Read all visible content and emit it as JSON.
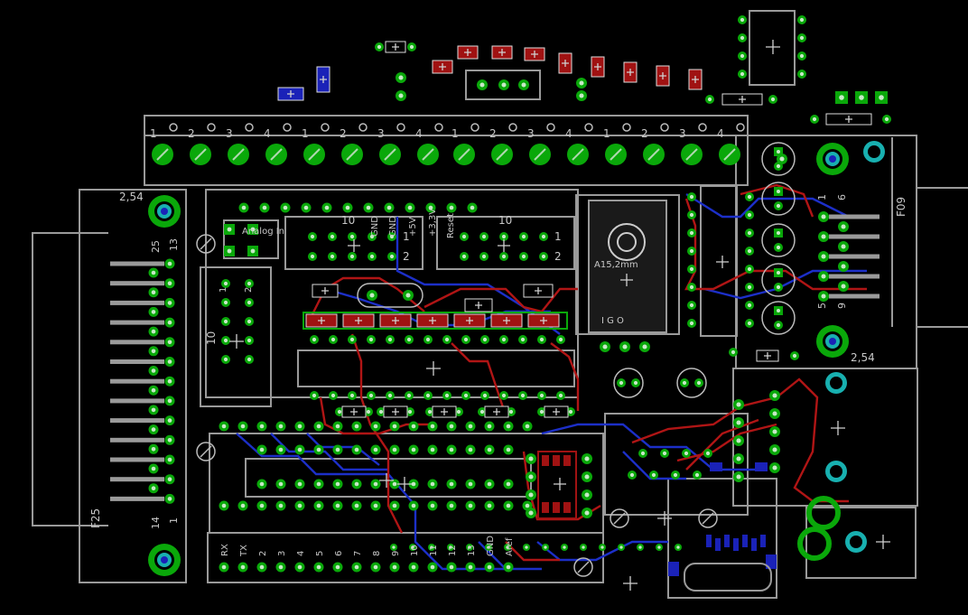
{
  "colors": {
    "background": "#000000",
    "outline": "#9a9a9a",
    "pad": "#0aa80a",
    "pad_hole": "#c8e8c8",
    "top_trace": "#b01515",
    "bottom_trace": "#1c2fc8",
    "smd_red": "#a01212",
    "smd_blue": "#1a22b8",
    "teal": "#18b0b0"
  },
  "labels": {
    "hole_top_left": "2,54",
    "hole_right": "2,54",
    "conn_left": "F25",
    "conn_right": "F09",
    "pin25": "25",
    "pin13": "13",
    "pin14": "14",
    "pin1": "1",
    "f09_1": "1",
    "f09_6": "6",
    "f09_5": "5",
    "f09_9": "9",
    "analog_in": "Analog In",
    "header10_a": "10",
    "header10_b": "10",
    "header10_c": "10",
    "header_1a": "1",
    "header_2a": "2",
    "header_1b": "1",
    "header_2b": "2",
    "reset": "Reset",
    "v33": "+3,3V",
    "gnd_a": "GND",
    "gnd_b": "GND",
    "v5": "+5V",
    "regulator": "A15,2mm",
    "dip_1": "1",
    "dip_2": "2",
    "bottom_pins": [
      "RX",
      "TX",
      "2",
      "3",
      "4",
      "5",
      "6",
      "7",
      "8",
      "9",
      "10",
      "11",
      "12",
      "13",
      "GND",
      "Aref"
    ],
    "terminal_numbers": [
      "1",
      "2",
      "3",
      "4",
      "1",
      "2",
      "3",
      "4",
      "1",
      "2",
      "3",
      "4",
      "1",
      "2",
      "3",
      "4"
    ],
    "reg_pins": "I  G  O"
  }
}
